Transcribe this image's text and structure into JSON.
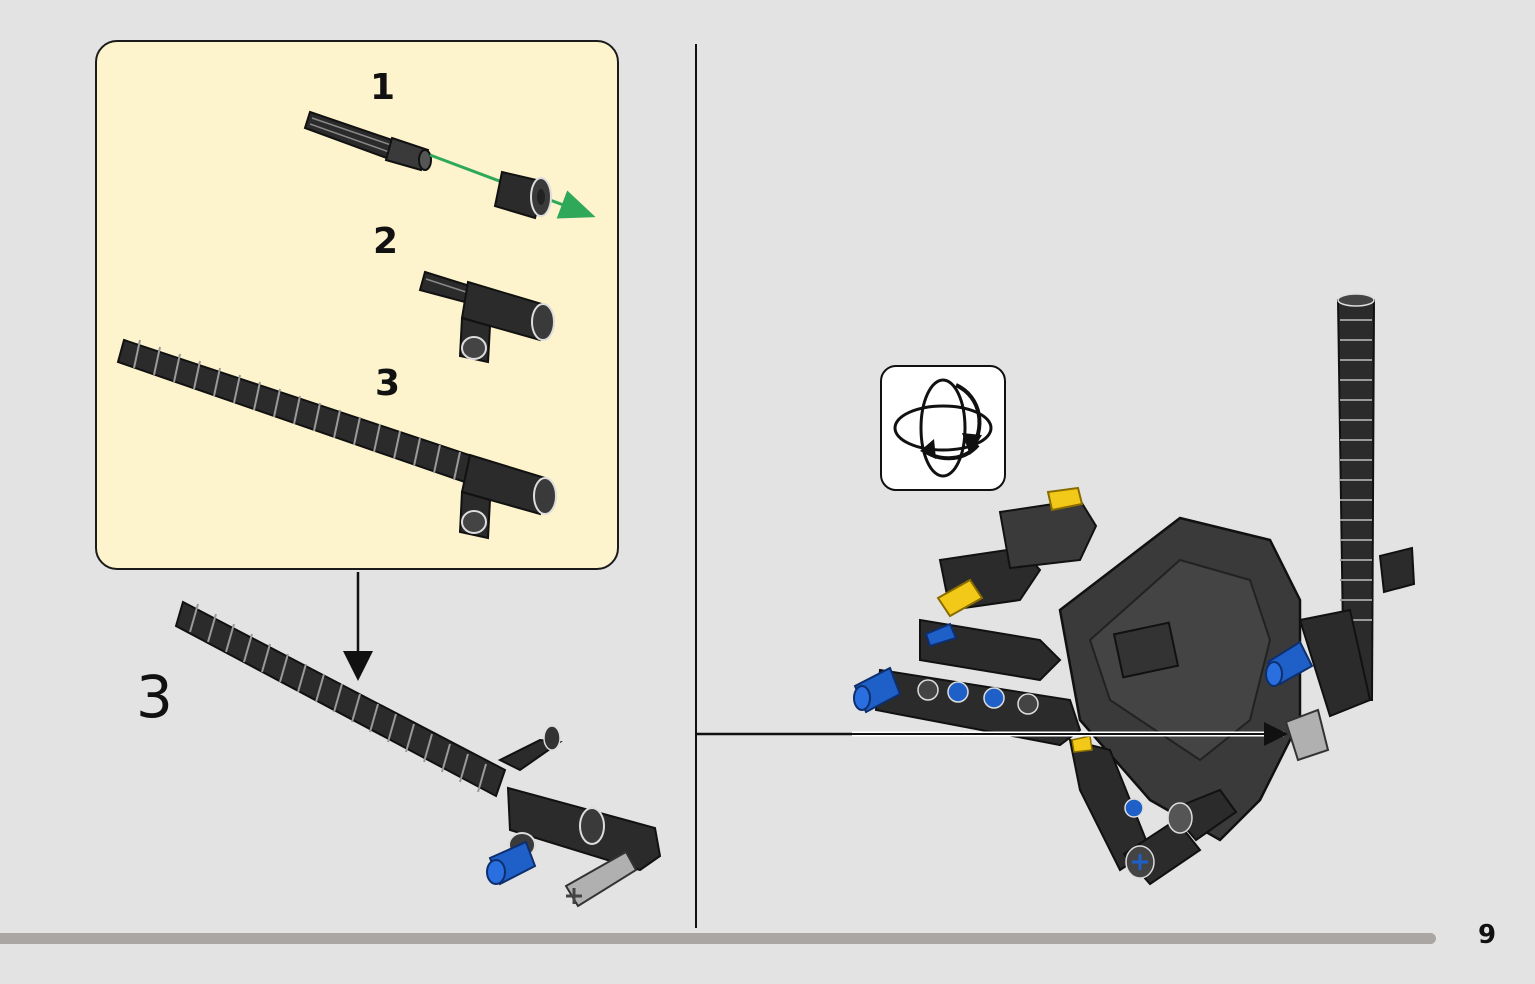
{
  "sub_assembly": {
    "steps": [
      {
        "number": "1"
      },
      {
        "number": "2"
      },
      {
        "number": "3"
      }
    ]
  },
  "main_step": {
    "number": "3"
  },
  "page": {
    "number": "9",
    "progress": 0.935
  },
  "icons": [
    "rotate-model-icon",
    "insert-arrow-icon",
    "down-arrow-icon",
    "assembly-arrow-icon"
  ],
  "colors": {
    "background": "#e3e3e3",
    "callout_background": "#fdf3cc",
    "part_black": "#2b2b2b",
    "part_blue": "#1f5fc8",
    "part_yellow": "#f2c918",
    "part_gray": "#9a9a9a",
    "guide_arrow": "#2fa85a"
  }
}
